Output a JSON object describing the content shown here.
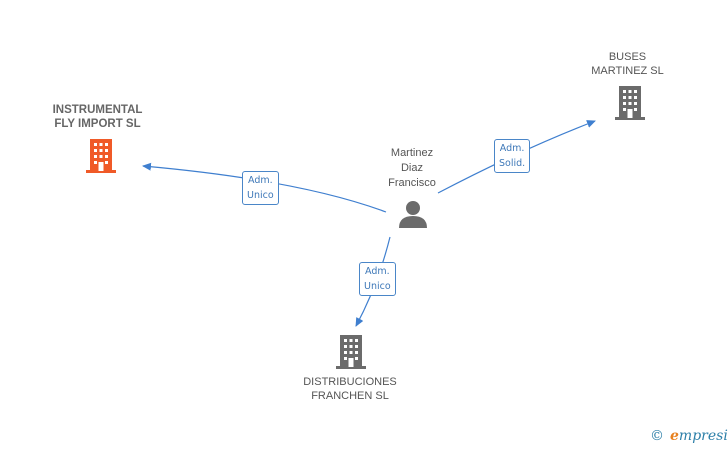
{
  "nodes": {
    "instrumental": {
      "lines": [
        "INSTRUMENTAL",
        "FLY IMPORT SL"
      ],
      "color": "#f05a28"
    },
    "buses": {
      "lines": [
        "BUSES",
        "MARTINEZ  SL"
      ],
      "color": "#6b6b6b"
    },
    "person": {
      "lines": [
        "Martinez",
        "Diaz",
        "Francisco"
      ],
      "color": "#6b6b6b"
    },
    "distribuciones": {
      "lines": [
        "DISTRIBUCIONES",
        "FRANCHEN SL"
      ],
      "color": "#6b6b6b"
    }
  },
  "edges": {
    "to_instrumental": [
      "Adm.",
      "Unico"
    ],
    "to_buses": [
      "Adm.",
      "Solid."
    ],
    "to_distribuciones": [
      "Adm.",
      "Unico"
    ]
  },
  "edge_color": "#3f7fcf",
  "brand": {
    "copyright": "©",
    "first_letter": "e",
    "rest": "mpresia"
  }
}
